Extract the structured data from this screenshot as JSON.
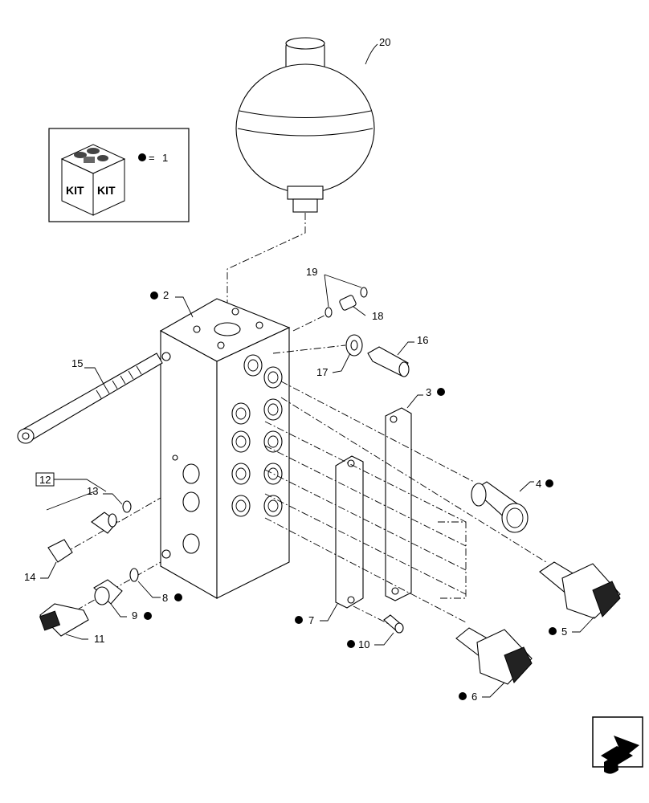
{
  "kit_legend": {
    "word_left": "KIT",
    "word_right": "KIT",
    "equals": "=",
    "number": "1"
  },
  "callouts": {
    "c2": "2",
    "c3": "3",
    "c4": "4",
    "c5": "5",
    "c6": "6",
    "c7": "7",
    "c8": "8",
    "c9": "9",
    "c10": "10",
    "c11": "11",
    "c12": "12",
    "c13": "13",
    "c14": "14",
    "c15": "15",
    "c16": "16",
    "c17": "17",
    "c18": "18",
    "c19": "19",
    "c20": "20"
  },
  "kit_marked_items": [
    "2",
    "3",
    "4",
    "5",
    "6",
    "7",
    "8",
    "9",
    "10"
  ],
  "nav_icon": "next-page-arrow-icon"
}
